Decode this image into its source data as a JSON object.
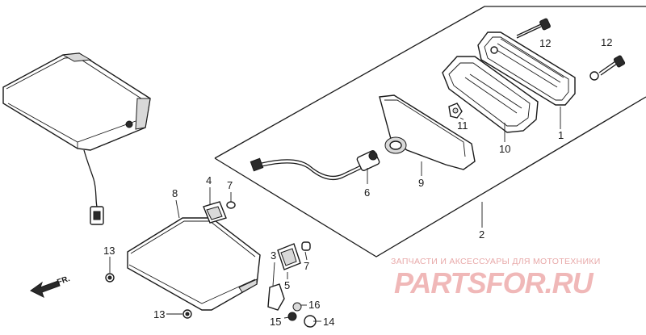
{
  "callouts": [
    "1",
    "2",
    "3",
    "4",
    "5",
    "6",
    "7",
    "7",
    "8",
    "9",
    "10",
    "11",
    "12",
    "12",
    "13",
    "13",
    "14",
    "15",
    "16"
  ],
  "direction_label": "FR.",
  "watermark": {
    "tagline": "ЗАПЧАСТИ И АКСЕССУАРЫ ДЛЯ МОТОТЕХНИКИ",
    "logo": "PARTSFOR.RU"
  },
  "colors": {
    "line": "#1a1a1a",
    "watermark": "#f0b8b8"
  }
}
